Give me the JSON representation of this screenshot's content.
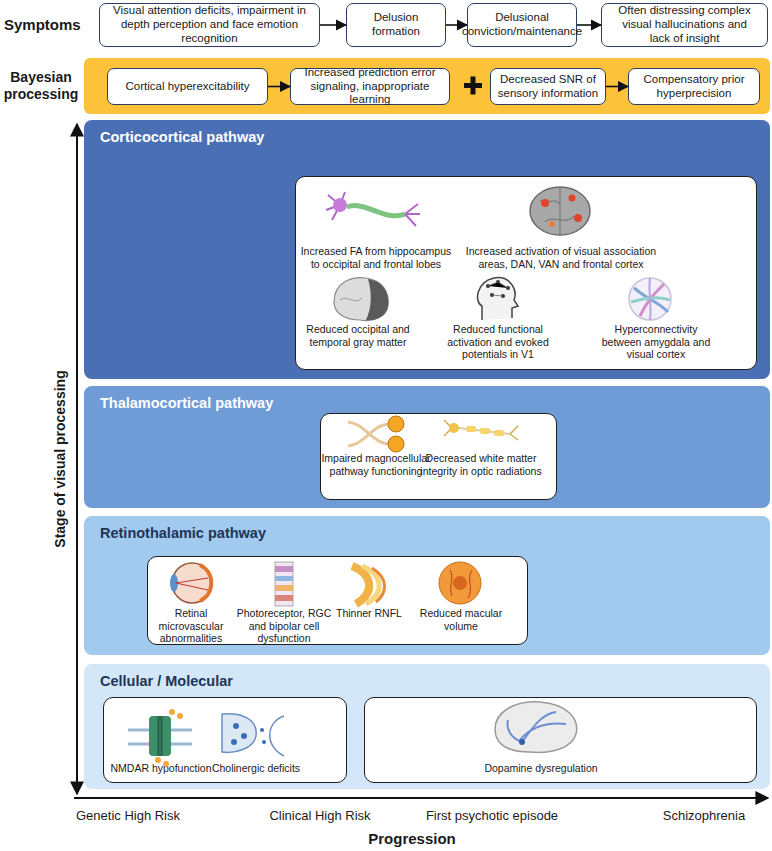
{
  "diagram": {
    "nodes": [
      {
        "text": [
          "Visual attention deficits, impairment in depth perception and face emotion recognition"
        ]
      },
      {
        "text": [
          "Delusion formation"
        ]
      },
      {
        "text": [
          "Delusional conviction/maintenance"
        ]
      },
      {
        "text": [
          "Often distressing complex visual hallucinations and lack of insight"
        ]
      },
      {
        "text": [
          "Bayesian processing"
        ]
      },
      {
        "text": [
          "Cortical hyperexcitability"
        ],
        "in": 4
      },
      {
        "text": [
          "Increased prediction error signaling, inappropriate learning"
        ],
        "in": 4
      },
      {
        "text": [
          "Decreased SNR of sensory information"
        ],
        "in": 4
      },
      {
        "text": [
          "Compensatory prior hyperprecision"
        ],
        "in": 4
      },
      {
        "text": [
          "Corticocortical pathway"
        ]
      },
      {
        "text": [
          "Increased FA from hippocampus to occipital and frontal lobes",
          "Increased activation of visual association areas, DAN, VAN and frontal cortex",
          "Reduced occipital and temporal gray matter",
          "Reduced functional activation and evoked potentials in V1",
          "Hyperconnectivity between amygdala and visual cortex"
        ],
        "in": 9
      },
      {
        "text": [
          "Thalamocortical pathway"
        ]
      },
      {
        "text": [
          "Impaired magnocellular pathway functioning",
          "Decreased white matter integrity in optic radiations"
        ],
        "in": 11
      },
      {
        "text": [
          "Retinothalamic pathway"
        ]
      },
      {
        "text": [
          "Retinal microvascular abnormalities",
          "Photoreceptor, RGC and bipolar cell dysfunction",
          "Thinner RNFL",
          "Reduced macular volume"
        ],
        "in": 13
      },
      {
        "text": [
          "Cellular / Molecular"
        ]
      },
      {
        "text": [
          "NMDAR hypofunction",
          "Cholinergic deficits"
        ],
        "in": 15
      },
      {
        "text": [
          "Dopamine dysregulation"
        ],
        "in": 15
      }
    ],
    "edges": [
      {
        "from": 0,
        "to": 1,
        "arrow": "to"
      },
      {
        "from": 1,
        "to": 2,
        "arrow": "to"
      },
      {
        "from": 2,
        "to": 3,
        "arrow": "to"
      },
      {
        "from": 5,
        "to": 6,
        "arrow": "to"
      },
      {
        "from": 7,
        "to": 8,
        "arrow": "to"
      }
    ],
    "labels": [
      "Symptoms",
      "Stage of visual processing",
      "Genetic High Risk",
      "Clinical High Risk",
      "First psychotic episode",
      "Schizophrenia",
      "Progression"
    ]
  }
}
